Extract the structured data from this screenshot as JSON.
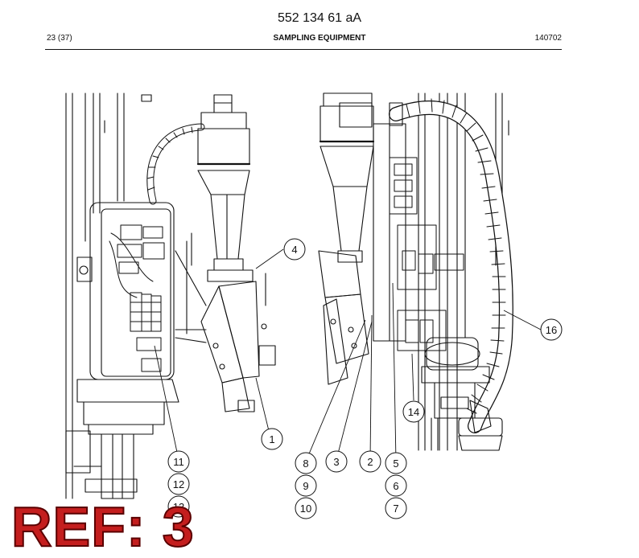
{
  "header": {
    "document_number": "552 134 61 aA",
    "page": "23 (37)",
    "section_title": "SAMPLING EQUIPMENT",
    "date_code": "140702"
  },
  "callouts": [
    "1",
    "2",
    "3",
    "4",
    "5",
    "6",
    "7",
    "8",
    "9",
    "10",
    "11",
    "12",
    "13",
    "14",
    "16"
  ],
  "stamp": {
    "text": "REF: 3",
    "color": "#c41e1e"
  }
}
